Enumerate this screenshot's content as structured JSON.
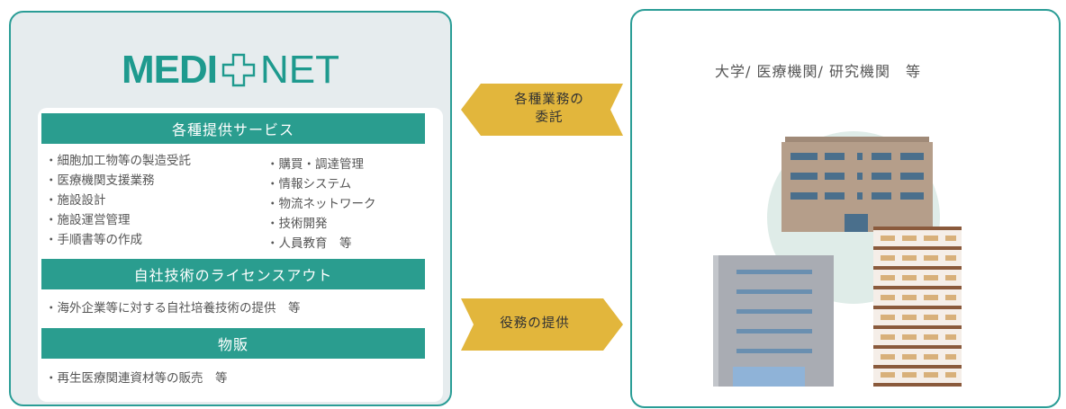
{
  "logo": {
    "left": "MEDI",
    "right": "NET"
  },
  "services": {
    "header": "各種提供サービス",
    "left_items": [
      "・細胞加工物等の製造受託",
      "・医療機関支援業務",
      "・施設設計",
      "・施設運営管理",
      "・手順書等の作成"
    ],
    "right_items": [
      "・購買・調達管理",
      "・情報システム",
      "・物流ネットワーク",
      "・技術開発",
      "・人員教育　等"
    ]
  },
  "license": {
    "header": "自社技術のライセンスアウト",
    "items": [
      "・海外企業等に対する自社培養技術の提供　等"
    ]
  },
  "sales": {
    "header": "物販",
    "items": [
      "・再生医療関連資材等の販売　等"
    ]
  },
  "arrows": {
    "top_label_line1": "各種業務の",
    "top_label_line2": "委託",
    "bottom_label": "役務の提供"
  },
  "right": {
    "title": "大学/ 医療機関/ 研究機関　等"
  },
  "colors": {
    "teal": "#2a9d8f",
    "border": "#2a9d96",
    "arrow": "#e2b63c",
    "panel_bg": "#e6ecee"
  }
}
